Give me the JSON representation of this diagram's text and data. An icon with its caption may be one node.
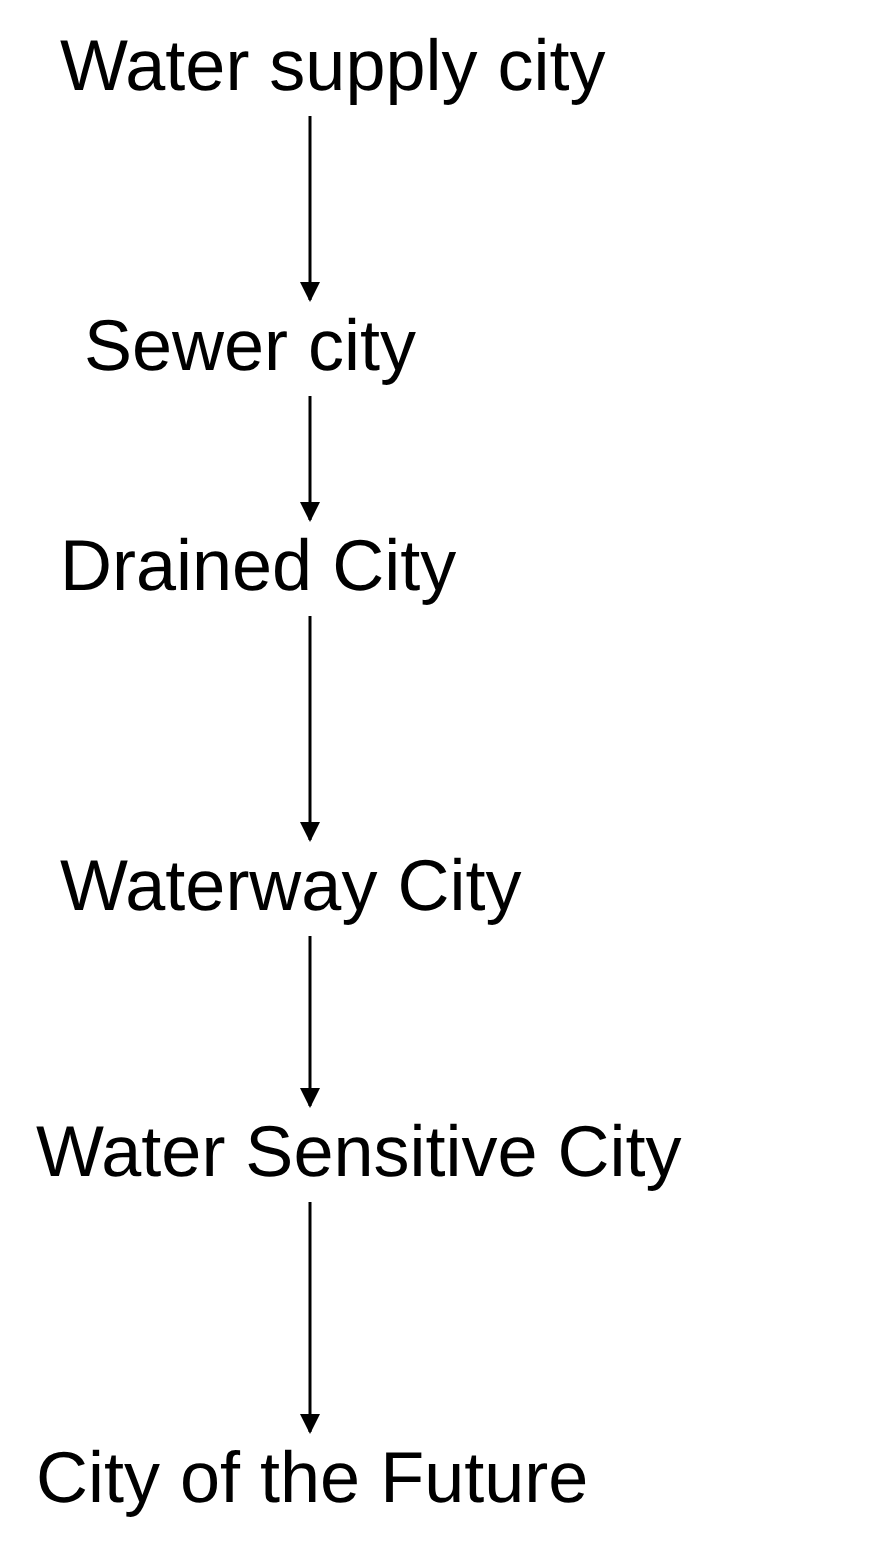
{
  "diagram": {
    "nodes": [
      {
        "text": [
          "Water supply city"
        ]
      },
      {
        "text": [
          "Sewer city"
        ]
      },
      {
        "text": [
          "Drained City"
        ]
      },
      {
        "text": [
          "Waterway City"
        ]
      },
      {
        "text": [
          "Water Sensitive City"
        ]
      },
      {
        "text": [
          "City of the Future"
        ]
      }
    ],
    "edges": [
      {
        "from": 0,
        "to": 1,
        "arrow": "to"
      },
      {
        "from": 1,
        "to": 2,
        "arrow": "to"
      },
      {
        "from": 2,
        "to": 3,
        "arrow": "to"
      },
      {
        "from": 3,
        "to": 4,
        "arrow": "to"
      },
      {
        "from": 4,
        "to": 5,
        "arrow": "to"
      }
    ]
  }
}
